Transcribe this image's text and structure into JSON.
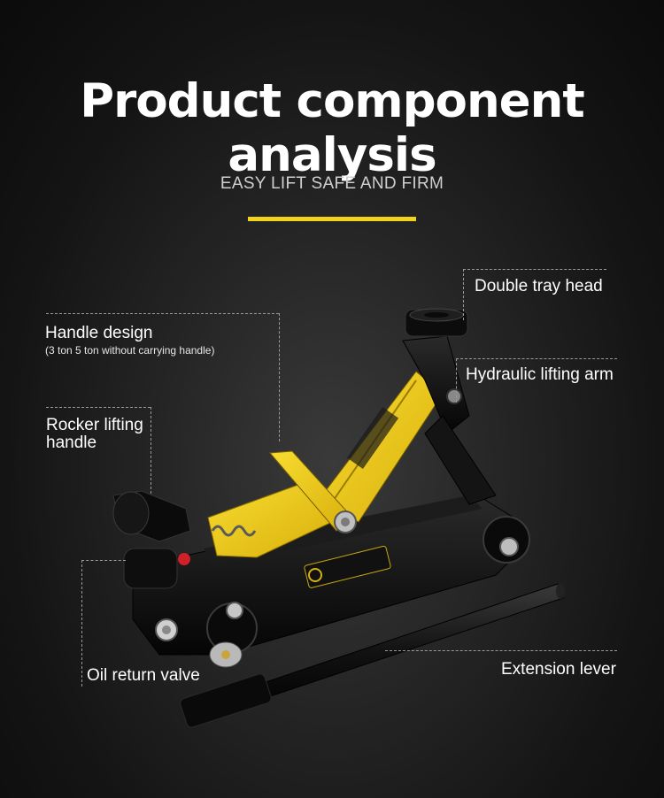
{
  "header": {
    "title": "Product component analysis",
    "subtitle": "EASY LIFT SAFE AND FIRM"
  },
  "callouts": {
    "double_tray_head": "Double tray head",
    "handle_design": "Handle design",
    "handle_design_note": "(3 ton 5 ton without carrying handle)",
    "hydraulic_lifting_arm": "Hydraulic lifting arm",
    "rocker_lifting_handle_line1": "Rocker lifting",
    "rocker_lifting_handle_line2": "handle",
    "oil_return_valve": "Oil return valve",
    "extension_lever": "Extension lever"
  },
  "colors": {
    "accent": "#f2d21b",
    "jack_yellow": "#f2cf17",
    "jack_black": "#0d0d0d"
  }
}
